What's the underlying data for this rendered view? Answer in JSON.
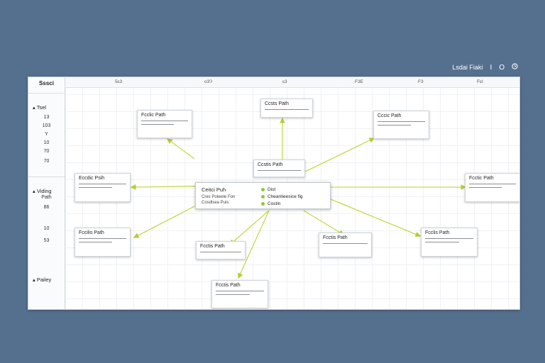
{
  "topbar": {
    "label": "Lsdai Fiaki",
    "icon_a": "I",
    "icon_b": "O",
    "icon_c": "clock-icon"
  },
  "sidebar": {
    "title": "Sssci",
    "section1": "Tsel",
    "items1": [
      "13",
      "103",
      "Y",
      "10",
      "70"
    ],
    "section2_line1": "Viding",
    "section2_line2": "Path",
    "items2": [
      "86",
      "10",
      "53"
    ],
    "section3": "Pailey"
  },
  "ruler": [
    "5ɛ3",
    "o3Ɂ",
    "ɛ3",
    "F3E",
    "F3",
    "FɛI"
  ],
  "center": {
    "title": "Ceitci Puh",
    "sub": "Cres Poiweie Fon",
    "sub2": "Cosdlsea Puis",
    "legend": [
      "Dist",
      "Cheanlieesice fig",
      "Costin"
    ]
  },
  "nodes": [
    {
      "id": "n-top-left",
      "title": "Fcclic Path"
    },
    {
      "id": "n-top",
      "title": "Ccsts Path"
    },
    {
      "id": "n-top-right",
      "title": "Cccic Path"
    },
    {
      "id": "n-mid",
      "title": "Ccstis Path"
    },
    {
      "id": "n-left",
      "title": "Eccdic Psih"
    },
    {
      "id": "n-right",
      "title": "Fcctic Path"
    },
    {
      "id": "n-bottom-left",
      "title": "Fccilis Path"
    },
    {
      "id": "n-bottom-mid",
      "title": "Fcctis Path"
    },
    {
      "id": "n-bottom-mid2",
      "title": "Fcctis Path"
    },
    {
      "id": "n-bottom-right",
      "title": "Fcclis Path"
    },
    {
      "id": "n-bottom",
      "title": "Fcctis Path"
    }
  ],
  "colors": {
    "edge": "#c6d94a",
    "arrow": "#b7cc35",
    "background": "#55708f"
  }
}
